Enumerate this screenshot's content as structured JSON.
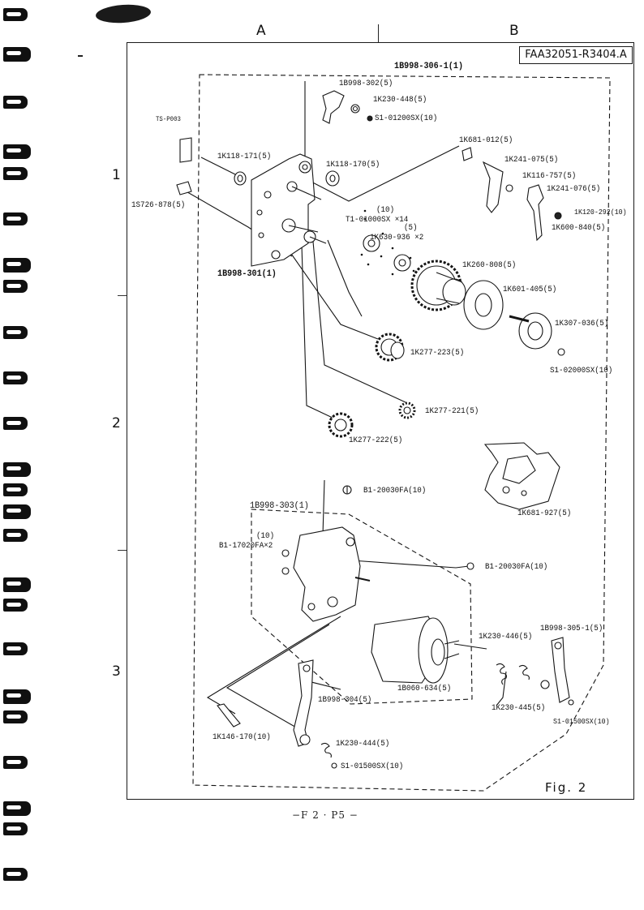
{
  "frame": {
    "column_labels": [
      "A",
      "B"
    ],
    "row_labels": [
      "1",
      "2",
      "3"
    ],
    "figure_code": "FAA32051-R3404.A",
    "figure_caption": "Fig.  2",
    "page_number": "−F 2 · P5 −"
  },
  "margin_note": "TS-P003",
  "parts": {
    "assembly_main": "1B998-306-1(1)",
    "lever_top": "1B998-302(5)",
    "spring_top": "1K230-448(5)",
    "clip_top": "S1-01200SX(10)",
    "bushing_left": "1K118-171(5)",
    "bushing_right": "1K118-170(5)",
    "plate_small": "1S726-878(5)",
    "frame_plate": "1B998-301(1)",
    "screw_qty": "(10)",
    "screw_t1": "T1-01000SX ×14",
    "collar_qty": "(5)",
    "collar": "1K630-936 ×2",
    "bracket": "1K681-012(5)",
    "lever_a": "1K241-075(5)",
    "washer": "1K116-757(5)",
    "lever_b": "1K241-076(5)",
    "screw_small": "1K120-292(10)",
    "spring_lever": "1K600-840(5)",
    "gear_large": "1K260-808(5)",
    "disc": "1K601-405(5)",
    "hub": "1K307-036(5)",
    "clip_hub": "S1-02000SX(10)",
    "gear_mid": "1K277-223(5)",
    "gear_small": "1K277-221(5)",
    "gear_bottom": "1K277-222(5)",
    "holder": "1K681-927(5)",
    "screw_b1_top": "B1-20030FA(10)",
    "subassembly": "1B998-303(1)",
    "screw_b1_qty": "(10)",
    "screw_b1_pair": "B1-17020FA×2",
    "screw_b1_right": "B1-20030FA(10)",
    "motor": "1B060-634(5)",
    "spring_mid": "1K230-446(5)",
    "lever_right": "1B998-305-1(5)",
    "spring_low": "1K230-445(5)",
    "clip_right": "S1-01500SX(10)",
    "lever_low": "1B998-304(5)",
    "shaft": "1K146-170(10)",
    "spring_bottom": "1K230-444(5)",
    "clip_bottom": "S1-01500SX(10)"
  }
}
